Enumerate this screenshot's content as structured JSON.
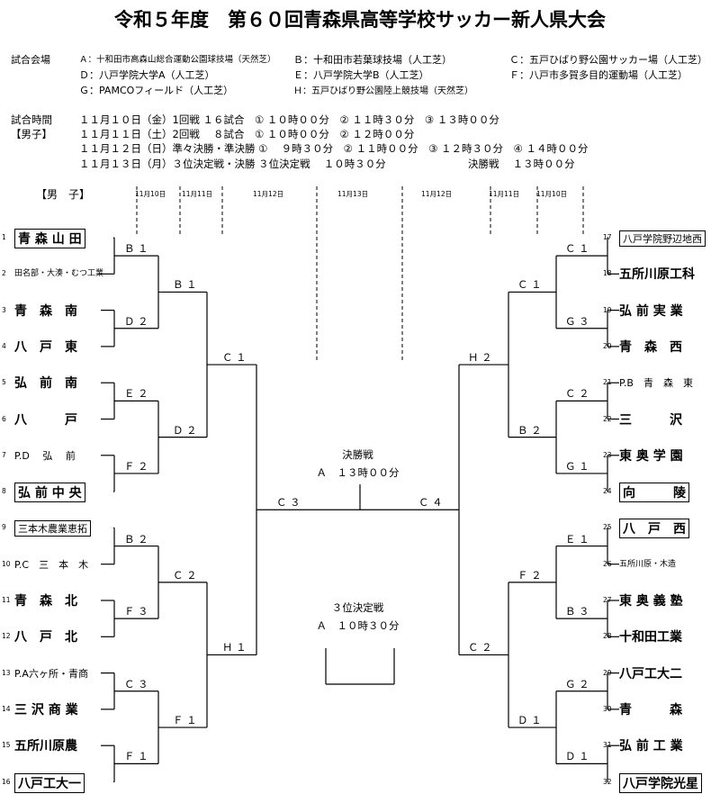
{
  "title": "令和５年度　第６０回青森県高等学校サッカー新人県大会",
  "venue": {
    "label": "試合会場",
    "items": [
      "Ａ：十和田市高森山総合運動公園球技場（天然芝）",
      "Ｂ：十和田市若葉球技場（人工芝）",
      "Ｃ：五戸ひばり野公園サッカー場（人工芝）",
      "Ｄ：八戸学院大学A（人工芝）",
      "Ｅ：八戸学院大学B（人工芝）",
      "Ｆ：八戸市多賀多目的運動場（人工芝）",
      "Ｇ：PAMCOフィールド（人工芝）",
      "Ｈ：五戸ひばり野公園陸上競技場（天然芝）"
    ]
  },
  "schedule": {
    "label": "試合時間",
    "sub_label": "【男子】",
    "lines": [
      "１１月１０日（金）1回戦 １６試合　① １０時００分　② １１時３０分　③ １３時００分",
      "１１月１１日（土）2回戦　 ８試合　① １０時００分　② １２時００分",
      "１１月１２日（日）準々決勝・準決勝 ①　 ９時３０分　② １１時００分　③ １２時３０分　④ １４時００分",
      "１１月１３日（月）３位決定戦・決勝  ３位決定戦　 １０時３０分"
    ],
    "final_line": "決勝戦　 １３時００分"
  },
  "bracket_header": {
    "label": "【男　子】",
    "left_dates": [
      "11月10日",
      "11月11日",
      "11月12日"
    ],
    "center_date": "11月13日",
    "right_dates": [
      "11月12日",
      "11月11日",
      "11月10日"
    ]
  },
  "teams": [
    {
      "num": "1",
      "name": "青 森 山 田",
      "boxed": true,
      "size": "big"
    },
    {
      "num": "2",
      "name": "田名部・大湊・むつ工業",
      "boxed": false,
      "size": "small"
    },
    {
      "num": "3",
      "name": "青　森　南",
      "boxed": false,
      "size": "big"
    },
    {
      "num": "4",
      "name": "八　戸　東",
      "boxed": false,
      "size": "big"
    },
    {
      "num": "5",
      "name": "弘　前　南",
      "boxed": false,
      "size": "big"
    },
    {
      "num": "6",
      "name": "八　　　戸",
      "boxed": false,
      "size": "big"
    },
    {
      "num": "7",
      "name": "P.D　 弘　 前",
      "boxed": false,
      "size": "med"
    },
    {
      "num": "8",
      "name": "弘 前 中 央",
      "boxed": true,
      "size": "big"
    },
    {
      "num": "9",
      "name": "三本木農業恵拓",
      "boxed": true,
      "size": "med"
    },
    {
      "num": "10",
      "name": "P.C　三　本　木",
      "boxed": false,
      "size": "med"
    },
    {
      "num": "11",
      "name": "青　森　北",
      "boxed": false,
      "size": "big"
    },
    {
      "num": "12",
      "name": "八　戸　北",
      "boxed": false,
      "size": "big"
    },
    {
      "num": "13",
      "name": "P.A六ヶ所・青商",
      "boxed": false,
      "size": "med"
    },
    {
      "num": "14",
      "name": "三 沢 商 業",
      "boxed": false,
      "size": "big"
    },
    {
      "num": "15",
      "name": "五所川原農",
      "boxed": false,
      "size": "big"
    },
    {
      "num": "16",
      "name": "八戸工大一",
      "boxed": true,
      "size": "big"
    },
    {
      "num": "17",
      "name": "八戸学院野辺地西",
      "boxed": true,
      "size": "med"
    },
    {
      "num": "18",
      "name": "五所川原工科",
      "boxed": false,
      "size": "big"
    },
    {
      "num": "19",
      "name": "弘 前 実 業",
      "boxed": false,
      "size": "big"
    },
    {
      "num": "20",
      "name": "青　森　西",
      "boxed": false,
      "size": "big"
    },
    {
      "num": "21",
      "name": "P.B　青　森　東",
      "boxed": false,
      "size": "med"
    },
    {
      "num": "22",
      "name": "三　　　沢",
      "boxed": false,
      "size": "big"
    },
    {
      "num": "23",
      "name": "東 奥 学 園",
      "boxed": false,
      "size": "big"
    },
    {
      "num": "24",
      "name": "向　　　陵",
      "boxed": true,
      "size": "big"
    },
    {
      "num": "25",
      "name": "八　戸　西",
      "boxed": true,
      "size": "big"
    },
    {
      "num": "26",
      "name": "五所川原・木造",
      "boxed": false,
      "size": "small"
    },
    {
      "num": "27",
      "name": "東 奥 義 塾",
      "boxed": false,
      "size": "big"
    },
    {
      "num": "28",
      "name": "十和田工業",
      "boxed": false,
      "size": "big"
    },
    {
      "num": "29",
      "name": "八戸工大二",
      "boxed": false,
      "size": "big"
    },
    {
      "num": "30",
      "name": "青　　　森",
      "boxed": false,
      "size": "big"
    },
    {
      "num": "31",
      "name": "弘 前 工 業",
      "boxed": false,
      "size": "big"
    },
    {
      "num": "32",
      "name": "八戸学院光星",
      "boxed": true,
      "size": "big"
    }
  ],
  "r1_labels": [
    "Ｂ １",
    "Ｄ ２",
    "Ｅ ２",
    "Ｆ ２",
    "Ｂ ２",
    "Ｆ ３",
    "Ｃ ３",
    "Ｆ １",
    "Ｃ １",
    "Ｇ ３",
    "Ｃ ２",
    "Ｇ １",
    "Ｅ １",
    "Ｂ ３",
    "Ｇ ２",
    "Ｄ １"
  ],
  "r2_labels": [
    "Ｂ １",
    "Ｄ ２",
    "Ｃ ２",
    "Ｆ １",
    "Ｃ １",
    "Ｂ ２",
    "Ｆ ２",
    "Ｄ １"
  ],
  "qf_labels": [
    "Ｃ １",
    "Ｈ １",
    "Ｈ ２",
    "Ｃ ２"
  ],
  "sf_labels": [
    "Ｃ ３",
    "Ｃ ４"
  ],
  "final": {
    "title": "決勝戦",
    "detail": "Ａ　１３時００分"
  },
  "third": {
    "title": "３位決定戦",
    "detail": "Ａ　１０時３０分"
  }
}
